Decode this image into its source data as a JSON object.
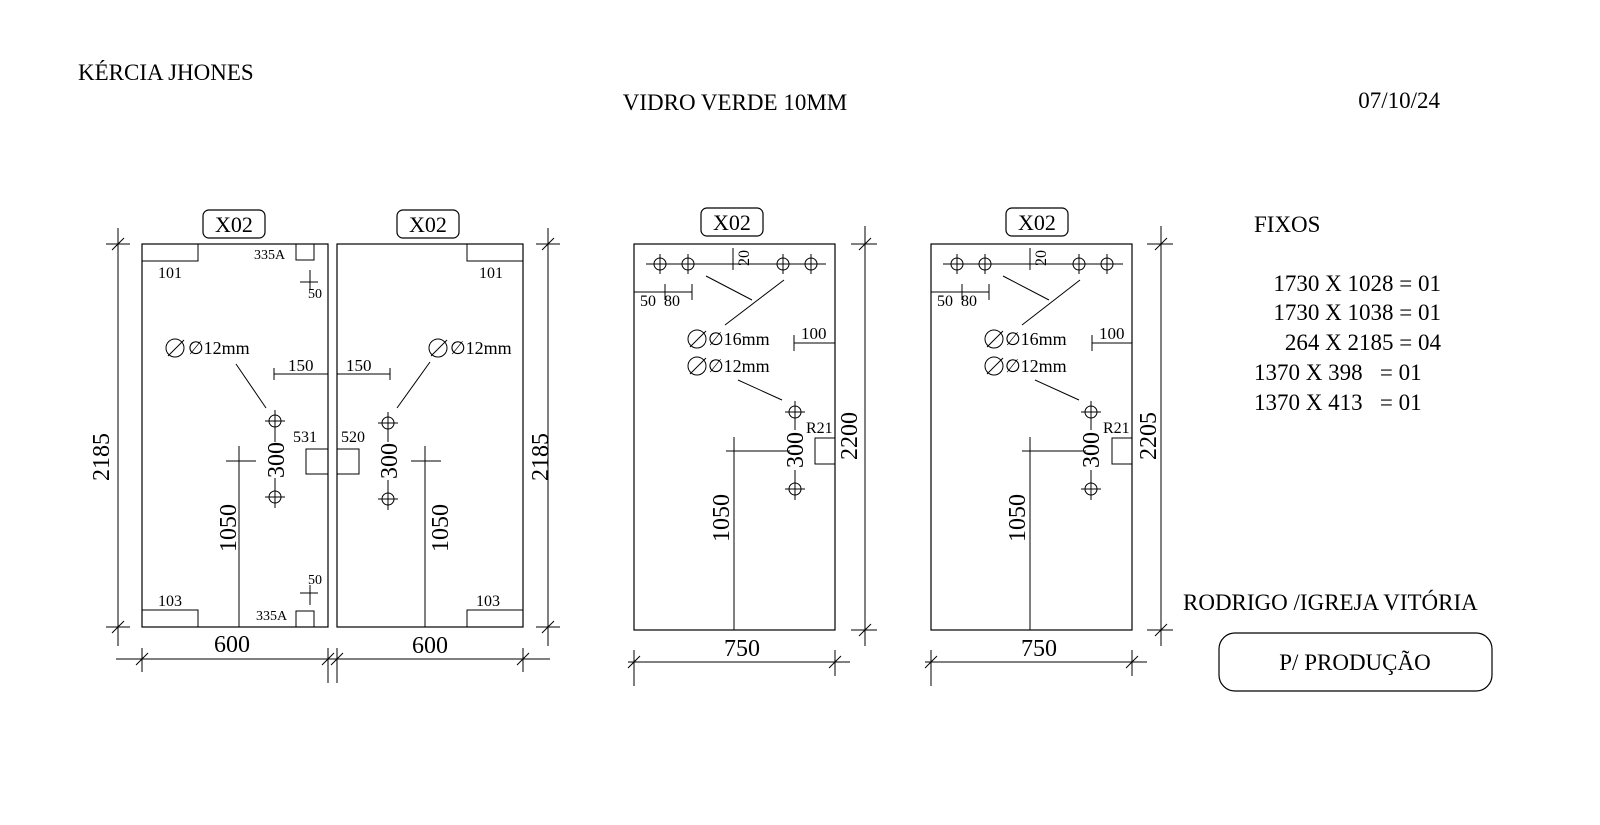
{
  "header": {
    "client": "KÉRCIA JHONES",
    "material": "VIDRO VERDE 10MM",
    "date": "07/10/24"
  },
  "panels": [
    {
      "tag": "X02",
      "height": "2185",
      "width": "600",
      "hole_label": "∅12mm",
      "hole_offset": "150",
      "hole_spacing": "300",
      "handle_height": "1050",
      "lock_label": "531",
      "top_fitting": "101",
      "bottom_fitting": "103",
      "top_pivot": "335A",
      "bottom_pivot": "335A",
      "pivot_offset_top": "50",
      "pivot_offset_bottom": "50"
    },
    {
      "tag": "X02",
      "height": "2185",
      "width": "600",
      "hole_label": "∅12mm",
      "hole_offset": "150",
      "hole_spacing": "300",
      "handle_height": "1050",
      "lock_label": "520",
      "top_fitting": "101",
      "bottom_fitting": "103"
    },
    {
      "tag": "X02",
      "height": "2200",
      "width": "750",
      "top_offset": "20",
      "left_offsets": [
        "50",
        "80"
      ],
      "hole_label_large": "∅16mm",
      "hole_label_small": "∅12mm",
      "hole_offset": "100",
      "hole_spacing": "300",
      "handle_height": "1050",
      "lock_label": "R21"
    },
    {
      "tag": "X02",
      "height": "2205",
      "width": "750",
      "top_offset": "20",
      "left_offsets": [
        "50",
        "80"
      ],
      "hole_label_large": "∅16mm",
      "hole_label_small": "∅12mm",
      "hole_offset": "100",
      "hole_spacing": "300",
      "handle_height": "1050",
      "lock_label": "R21"
    }
  ],
  "fixos": {
    "title": "FIXOS",
    "items": [
      "1730 X 1028 = 01",
      "1730 X 1038 = 01",
      "264 X 2185 = 04",
      "1370 X 398   = 01",
      "1370 X 413   = 01"
    ]
  },
  "footer": {
    "customer": "RODRIGO /IGREJA VITÓRIA",
    "stamp": "P/ PRODUÇÃO"
  }
}
